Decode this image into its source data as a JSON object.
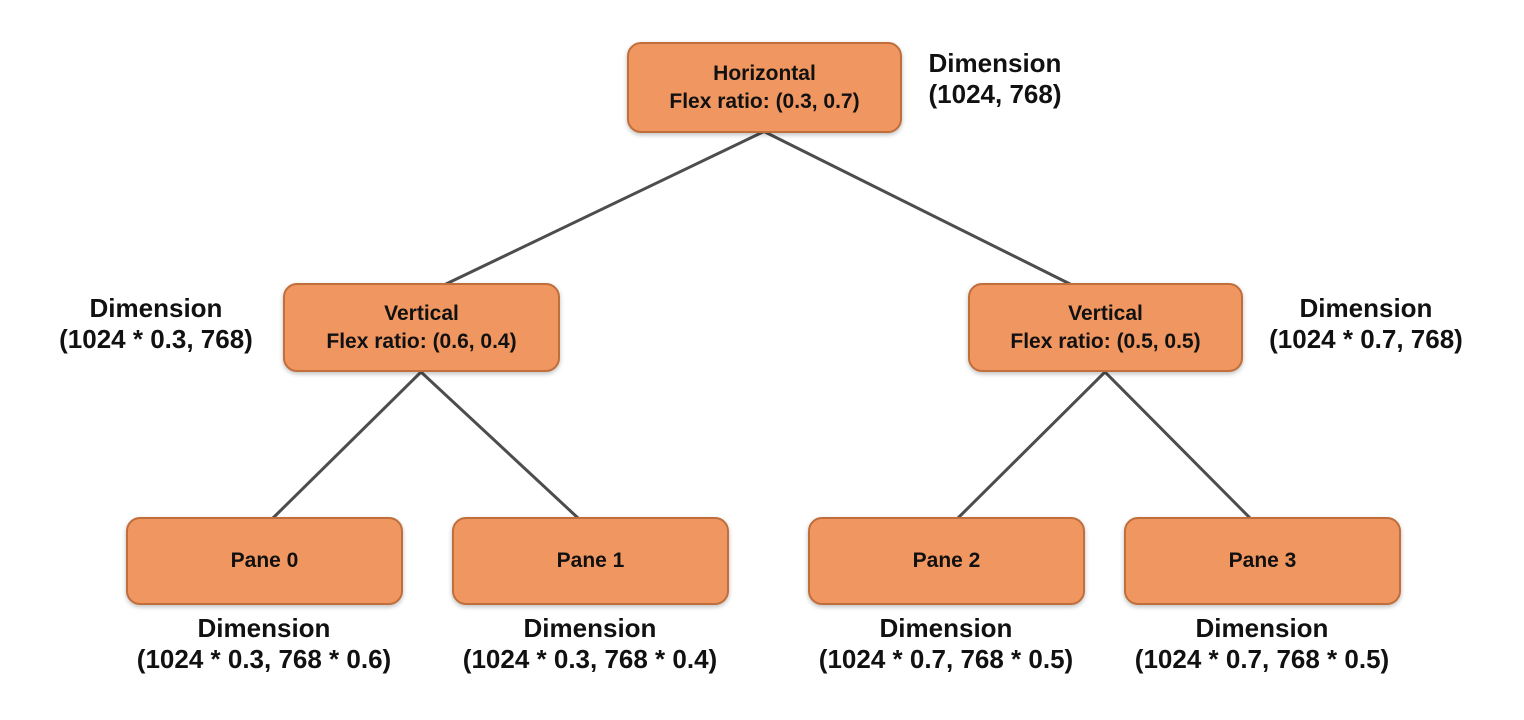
{
  "diagram": {
    "type": "tree",
    "description": "Split-pane layout tree",
    "colors": {
      "node_fill": "#F09660",
      "node_border": "#C06E3C",
      "edge_line": "#4D4D4D",
      "text": "#111111",
      "background": "#FFFFFF"
    },
    "nodes": {
      "root": {
        "title": "Horizontal",
        "subtitle": "Flex ratio: (0.3, 0.7)",
        "dimension_label": "Dimension",
        "dimension_value": "(1024, 768)"
      },
      "left": {
        "title": "Vertical",
        "subtitle": "Flex ratio: (0.6, 0.4)",
        "dimension_label": "Dimension",
        "dimension_value": "(1024 * 0.3, 768)"
      },
      "right": {
        "title": "Vertical",
        "subtitle": "Flex ratio: (0.5, 0.5)",
        "dimension_label": "Dimension",
        "dimension_value": "(1024 * 0.7, 768)"
      },
      "pane0": {
        "title": "Pane 0",
        "dimension_label": "Dimension",
        "dimension_value": "(1024 * 0.3, 768 * 0.6)"
      },
      "pane1": {
        "title": "Pane 1",
        "dimension_label": "Dimension",
        "dimension_value": "(1024 * 0.3, 768 * 0.4)"
      },
      "pane2": {
        "title": "Pane 2",
        "dimension_label": "Dimension",
        "dimension_value": "(1024 * 0.7, 768 * 0.5)"
      },
      "pane3": {
        "title": "Pane 3",
        "dimension_label": "Dimension",
        "dimension_value": "(1024 * 0.7, 768 * 0.5)"
      }
    },
    "edges": [
      {
        "from": "root",
        "to": "left"
      },
      {
        "from": "root",
        "to": "right"
      },
      {
        "from": "left",
        "to": "pane0"
      },
      {
        "from": "left",
        "to": "pane1"
      },
      {
        "from": "right",
        "to": "pane2"
      },
      {
        "from": "right",
        "to": "pane3"
      }
    ]
  }
}
